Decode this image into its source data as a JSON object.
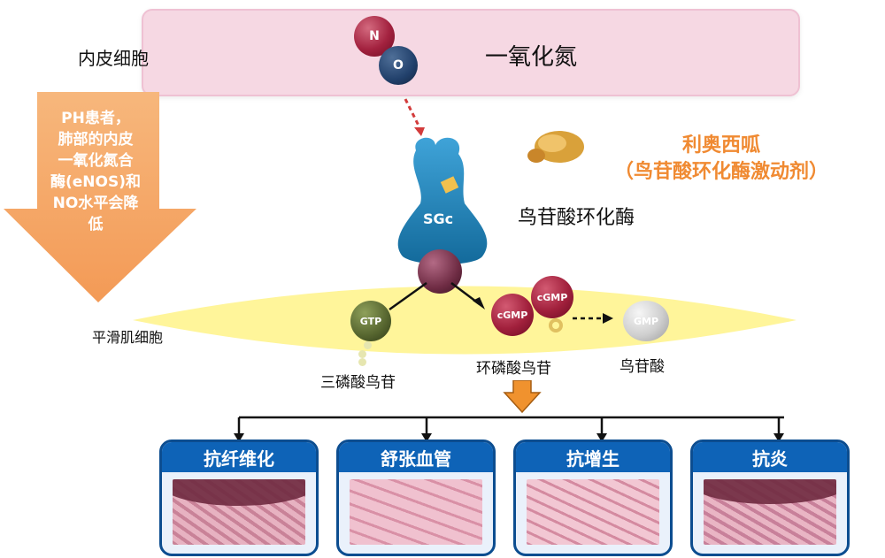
{
  "labels": {
    "endothelial": "内皮细胞",
    "no": "一氧化氮",
    "ph_note": "PH患者，\n肺部的内皮\n一氧化氮合\n酶(eNOS)和\nNO水平会降\n低",
    "riociguat_line1": "利奥西呱",
    "riociguat_line2": "（鸟苷酸环化酶激动剂）",
    "guanylate_cyclase": "鸟苷酸环化酶",
    "smooth_muscle": "平滑肌细胞",
    "gtp_caption": "三磷酸鸟苷",
    "cgmp_caption": "环磷酸鸟苷",
    "gmp_caption": "鸟苷酸"
  },
  "molecules": {
    "sgc": "SGc",
    "no_n": "N",
    "no_o": "O",
    "gtp": "GTP",
    "cgmp_a": "cGMP",
    "cgmp_b": "cGMP",
    "gmp": "GMP"
  },
  "panels": [
    {
      "title": "抗纤维化"
    },
    {
      "title": "舒张血管"
    },
    {
      "title": "抗增生"
    },
    {
      "title": "抗炎"
    }
  ],
  "colors": {
    "band": "#f6d8e3",
    "orange": "#f08a32",
    "panel_blue": "#0e63b7",
    "sgc_blue": "#1b7fb8",
    "smooth_muscle": "#fff59a"
  }
}
